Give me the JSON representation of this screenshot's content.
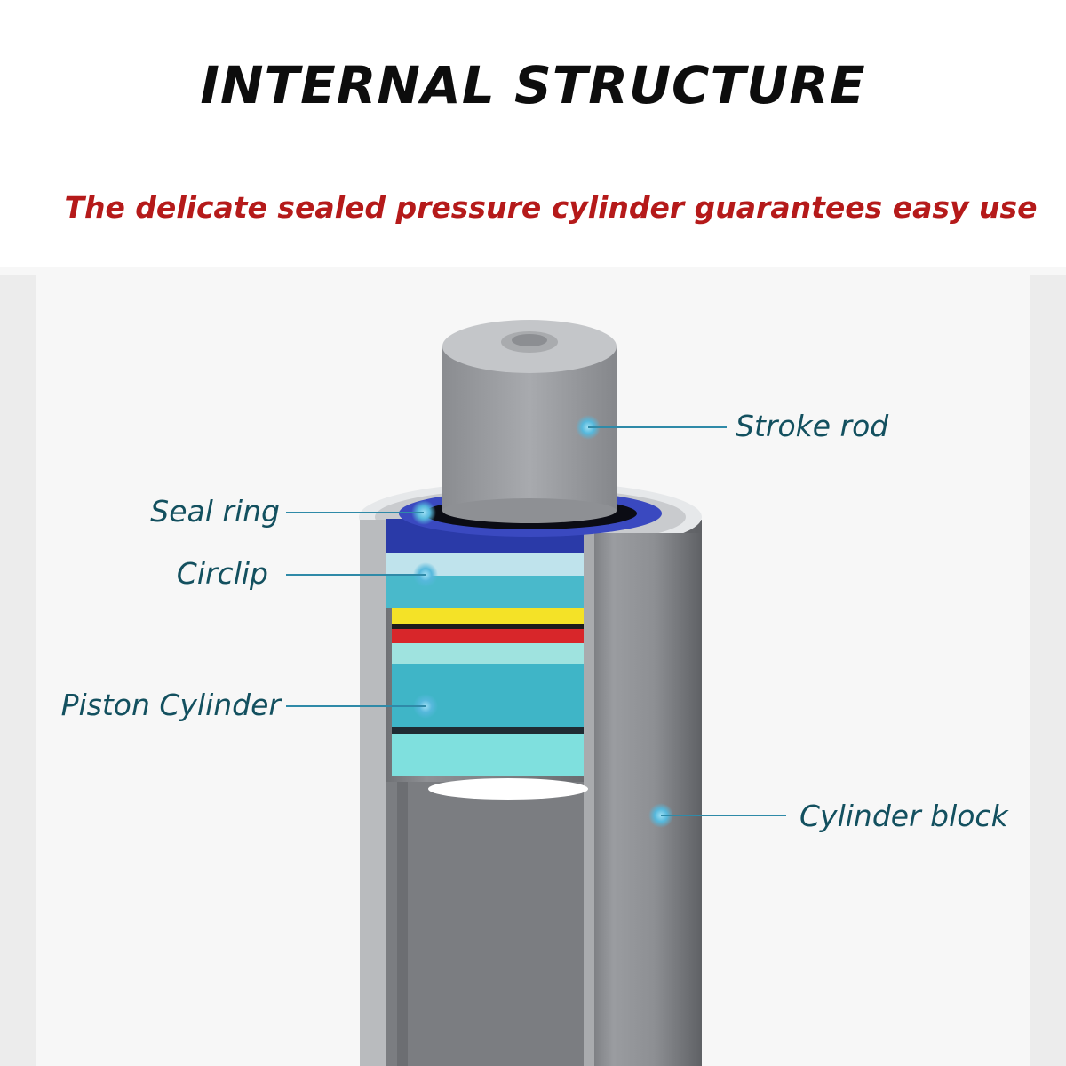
{
  "header": {
    "title": "INTERNAL STRUCTURE",
    "subtitle": "The delicate sealed pressure cylinder guarantees easy use"
  },
  "labels": {
    "stroke_rod": "Stroke rod",
    "seal_ring": "Seal ring",
    "circlip": "Circlip",
    "piston_cylinder": "Piston Cylinder",
    "cylinder_block": "Cylinder block"
  },
  "colors": {
    "title": "#0d0d0d",
    "subtitle": "#b51a1a",
    "label": "#13505f",
    "leader": "#2f8aa8",
    "marker": "#56b8dc",
    "body_gray": "#8a8c90",
    "seal_blue": "#2a3aa8",
    "teal": "#3fb5c7",
    "yellow": "#f4e227",
    "red": "#d8262a"
  }
}
